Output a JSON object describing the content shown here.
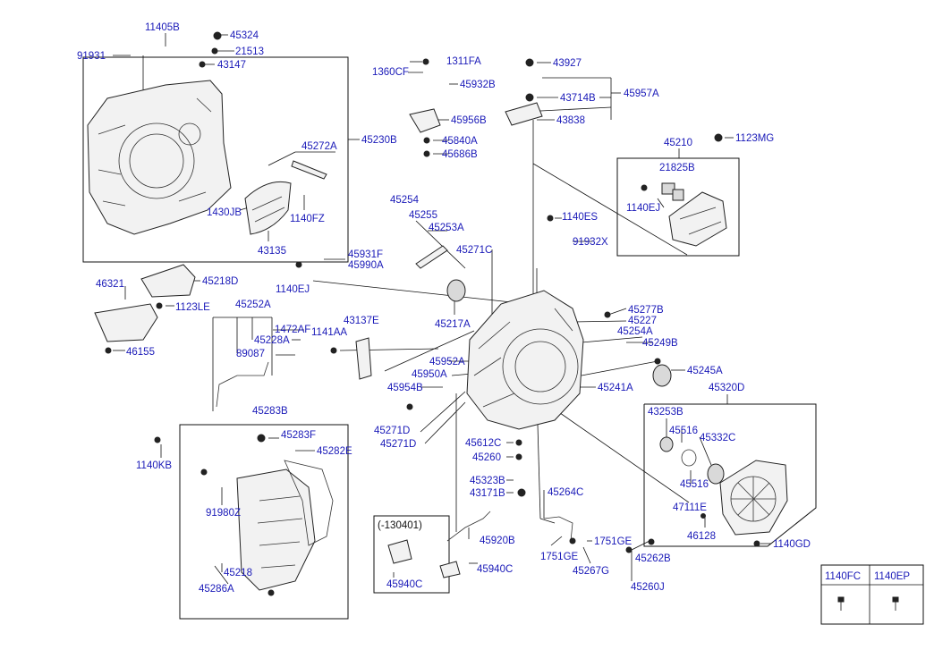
{
  "labels": {
    "l_11405B": "11405B",
    "l_45324": "45324",
    "l_91931": "91931",
    "l_21513": "21513",
    "l_43147": "43147",
    "l_45230B": "45230B",
    "l_45272A": "45272A",
    "l_1430JB": "1430JB",
    "l_1140FZ": "1140FZ",
    "l_43135": "43135",
    "l_1360CF": "1360CF",
    "l_1311FA": "1311FA",
    "l_45932B": "45932B",
    "l_45956B": "45956B",
    "l_45840A": "45840A",
    "l_45686B": "45686B",
    "l_43927": "43927",
    "l_43714B": "43714B",
    "l_45957A": "45957A",
    "l_43838": "43838",
    "l_45210": "45210",
    "l_1123MG": "1123MG",
    "l_21825B": "21825B",
    "l_1140EJ_a": "1140EJ",
    "l_45254": "45254",
    "l_45255": "45255",
    "l_45253A": "45253A",
    "l_1140ES": "1140ES",
    "l_91932X": "91932X",
    "l_45271C": "45271C",
    "l_45931F": "45931F",
    "l_45990A": "45990A",
    "l_1140EJ_b": "1140EJ",
    "l_46321": "46321",
    "l_45218D": "45218D",
    "l_1123LE": "1123LE",
    "l_46155": "46155",
    "l_45252A": "45252A",
    "l_1472AF": "1472AF",
    "l_45228A": "45228A",
    "l_89087": "89087",
    "l_1141AA": "1141AA",
    "l_43137E": "43137E",
    "l_45217A": "45217A",
    "l_45277B": "45277B",
    "l_45227": "45227",
    "l_45254A": "45254A",
    "l_45249B": "45249B",
    "l_45245A": "45245A",
    "l_45952A": "45952A",
    "l_45950A": "45950A",
    "l_45954B": "45954B",
    "l_45241A": "45241A",
    "l_45320D": "45320D",
    "l_43253B": "43253B",
    "l_45516_a": "45516",
    "l_45332C": "45332C",
    "l_45516_b": "45516",
    "l_47111E": "47111E",
    "l_46128": "46128",
    "l_1140GD": "1140GD",
    "l_45283B": "45283B",
    "l_45283F": "45283F",
    "l_45282E": "45282E",
    "l_1140KB": "1140KB",
    "l_91980Z": "91980Z",
    "l_45218": "45218",
    "l_45286A": "45286A",
    "l_45271D_a": "45271D",
    "l_45271D_b": "45271D",
    "l_45612C": "45612C",
    "l_45260": "45260",
    "l_45323B": "45323B",
    "l_43171B": "43171B",
    "l_45264C": "45264C",
    "l_1751GE_a": "1751GE",
    "l_1751GE_b": "1751GE",
    "l_45267G": "45267G",
    "l_45262B": "45262B",
    "l_45260J": "45260J",
    "l_45920B": "45920B",
    "l_45940C_a": "45940C",
    "l_45940C_b": "45940C",
    "l_date": "(-130401)"
  },
  "legend": {
    "col1": "1140FC",
    "col2": "1140EP"
  },
  "colors": {
    "label": "#1a1ab8",
    "line": "#111111",
    "part_fill": "#f2f2f2"
  }
}
